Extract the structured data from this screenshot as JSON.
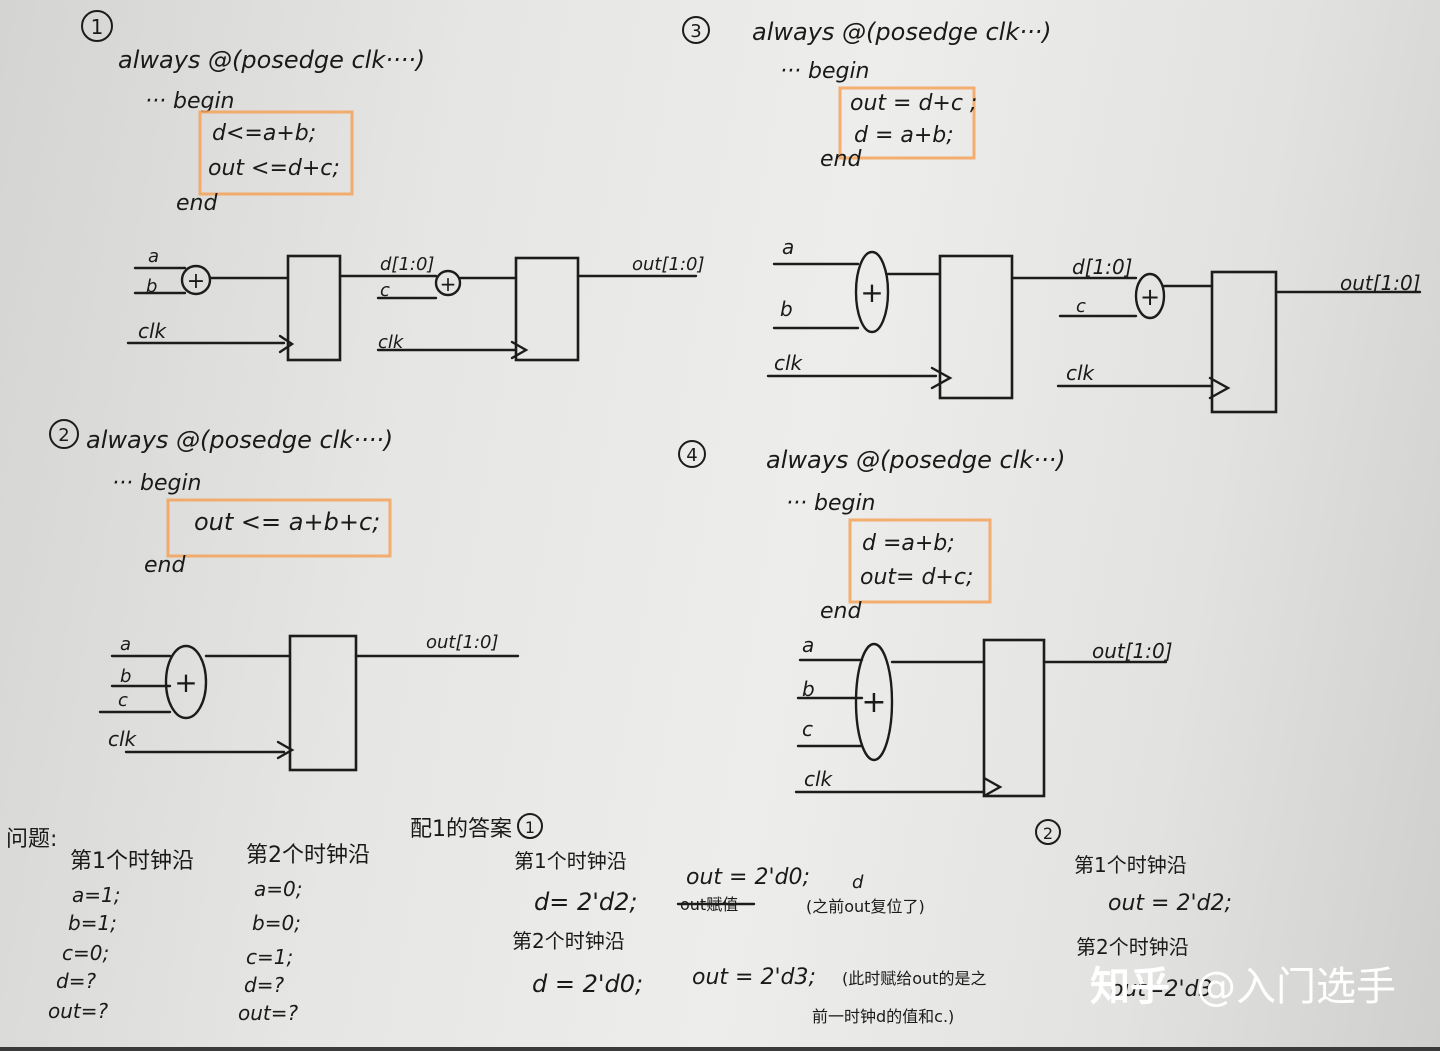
{
  "panel1": {
    "num": "1",
    "code": [
      "always @(posedge clk····)",
      "··· begin",
      "d<=a+b;",
      "out <=d+c;",
      "end"
    ],
    "labels": {
      "a": "a",
      "b": "b",
      "clk": "clk",
      "d": "d[1:0]",
      "c": "c",
      "clk2": "clk",
      "out": "out[1:0]",
      "plus": "+"
    }
  },
  "panel2": {
    "num": "2",
    "code": [
      "always @(posedge clk····)",
      "··· begin",
      "out <= a+b+c;",
      "end"
    ],
    "labels": {
      "a": "a",
      "b": "b",
      "c": "c",
      "clk": "clk",
      "out": "out[1:0]",
      "plus": "+"
    }
  },
  "panel3": {
    "num": "3",
    "code": [
      "always @(posedge clk···)",
      "··· begin",
      "out = d+c ;",
      "d = a+b;",
      "end"
    ],
    "labels": {
      "a": "a",
      "b": "b",
      "clk": "clk",
      "d": "d[1:0]",
      "c": "c",
      "clk2": "clk",
      "out": "out[1:0]",
      "plus": "+"
    }
  },
  "panel4": {
    "num": "4",
    "code": [
      "always @(posedge clk···)",
      "··· begin",
      "d =a+b;",
      "out= d+c;",
      "end"
    ],
    "labels": {
      "a": "a",
      "b": "b",
      "c": "c",
      "clk": "clk",
      "out": "out[1:0]",
      "plus": "+"
    }
  },
  "question": {
    "title": "问题:",
    "edge1": {
      "heading": "第1个时钟沿",
      "lines": [
        "a=1;",
        "b=1;",
        "c=0;",
        "d=?",
        "out=?"
      ]
    },
    "edge2": {
      "heading": "第2个时钟沿",
      "lines": [
        "a=0;",
        "b=0;",
        "c=1;",
        "d=?",
        "out=?"
      ]
    }
  },
  "answer": {
    "title": "配1的答案",
    "num1": "1",
    "e1_heading": "第1个时钟沿",
    "e1_line": "d= 2'd2;",
    "e2_heading": "第2个时钟沿",
    "e2_line": "d = 2'd0;",
    "out1": "out = 2'd0;",
    "out1_strike": "out赋值",
    "d_mark": "d",
    "note1": "(之前out复位了)",
    "out2": "out = 2'd3;",
    "note2a": "(此时赋给out的是之",
    "note2b": "前一时钟d的值和c.)",
    "num2": "2",
    "p2_e1_heading": "第1个时钟沿",
    "p2_e1_line": "out = 2'd2;",
    "p2_e2_heading": "第2个时钟沿",
    "p2_e2_line": "out=2'd3"
  },
  "watermark": {
    "logo": "知乎",
    "handle": "@入门选手"
  },
  "colors": {
    "highlight": "#f4a259",
    "ink": "#1c1c1c"
  }
}
